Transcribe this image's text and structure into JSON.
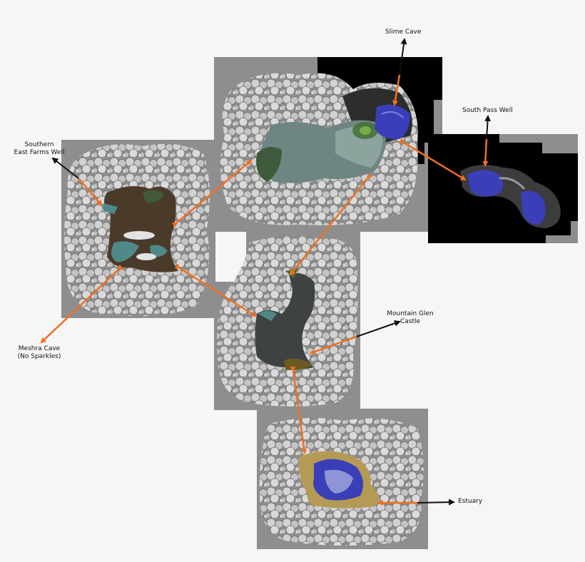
{
  "labels": {
    "slime_cave": "Slime Cave",
    "south_pass_well": "South Pass Well",
    "southern_line1": "Southern",
    "southern_line2": "East Farms Well",
    "meshra_line1": "Meshra Cave",
    "meshra_line2": "(No Sparkles)",
    "mountain_glen_line1": "Mountain Glen",
    "mountain_glen_line2": "Castle",
    "estuary": "Estuary"
  },
  "colors": {
    "background": "#f6f6f6",
    "tile_gray": "#8e8e8e",
    "rock": "#c9c9c9",
    "rock_shadow": "#6f6f6f",
    "cave_black": "#000000",
    "water_blue": "#3a3fb8",
    "mud_brown": "#4a3a2a",
    "teal": "#4f8a88",
    "stone_dark": "#3e4242",
    "moss_green": "#556b2f",
    "sand": "#b59a55",
    "orange_arrow": "#f07020",
    "black_arrow": "#111111"
  }
}
